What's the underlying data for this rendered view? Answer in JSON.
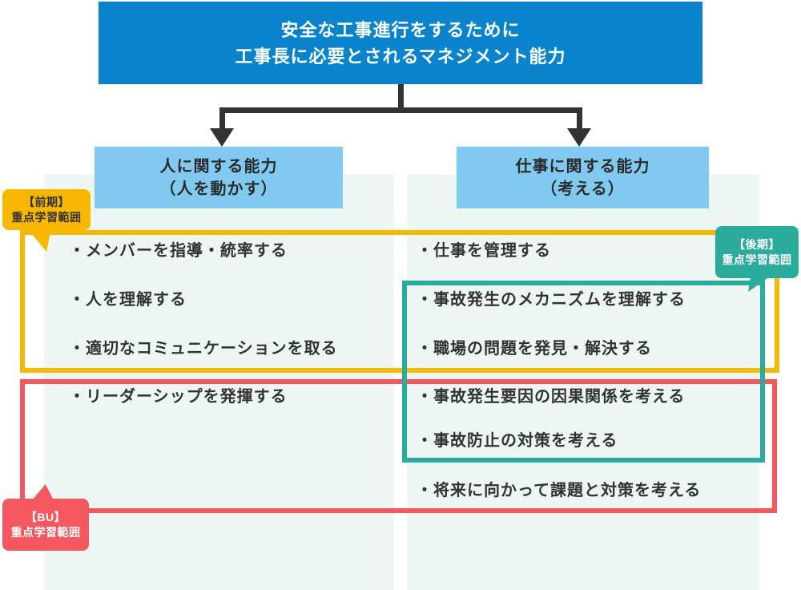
{
  "title_box": {
    "lines": [
      "安全な工事進行をするために",
      "工事長に必要とされるマネジメント能力"
    ]
  },
  "branches": [
    {
      "id": "people",
      "header_lines": [
        "人に関する能力",
        "（人を動かす）"
      ],
      "items": [
        "・メンバーを指導・統率する",
        "・人を理解する",
        "・適切なコミュニケーションを取る",
        "・リーダーシップを発揮する"
      ]
    },
    {
      "id": "work",
      "header_lines": [
        "仕事に関する能力",
        "（考える）"
      ],
      "items": [
        "・仕事を管理する",
        "・事故発生のメカニズムを理解する",
        "・職場の問題を発見・解決する",
        "・事故発生要因の因果関係を考える",
        "・事故防止の対策を考える",
        "・将来に向かって課題と対策を考える"
      ]
    }
  ],
  "badges": [
    {
      "id": "zenki",
      "lines": [
        "【前期】",
        "重点学習範囲"
      ]
    },
    {
      "id": "kouki",
      "lines": [
        "【後期】",
        "重点学習範囲"
      ]
    },
    {
      "id": "bu",
      "lines": [
        "【BU】",
        "重点学習範囲"
      ]
    }
  ],
  "colors": {
    "title_blue": "#0984CC",
    "header_light_blue": "#82C9F0",
    "column_mint": "#ECF6F3",
    "range_zenki_yellow": "#F8B800",
    "range_kouki_teal": "#2BAB9B",
    "range_bu_red": "#F4575D",
    "connector_dark": "#333333",
    "text_dark": "#333333",
    "text_white": "#ffffff"
  }
}
